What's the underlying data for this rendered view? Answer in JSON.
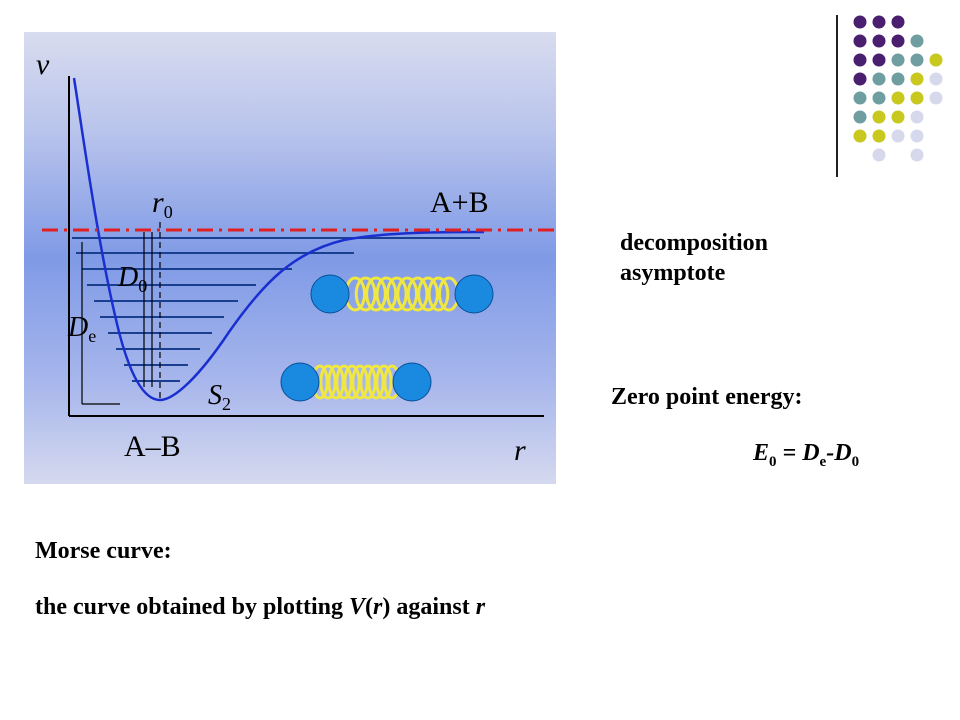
{
  "diagram": {
    "axis_y_label": "v",
    "axis_x_label": "r",
    "r0_label": "r",
    "r0_sub": "0",
    "asymptote_label": "A+B",
    "bond_label": "A–B",
    "d0_label": "D",
    "d0_sub": "0",
    "de_label": "D",
    "de_sub": "e",
    "state_label": "S",
    "state_sub": "2",
    "colors": {
      "curve": "#1a2fd0",
      "levels": "#1a3f8f",
      "asymptote_line": "#e02020",
      "atom": "#1a8ae0",
      "spring": "#f0e840"
    }
  },
  "text": {
    "asymptote_caption": "decomposition asymptote",
    "zpe_title": "Zero point energy:",
    "formula": {
      "e": "E",
      "e_sub": "0",
      "eq": " = ",
      "de": "D",
      "de_sub": "e",
      "minus": "-",
      "d0": "D",
      "d0_sub": "0"
    },
    "morse_title": "Morse curve:",
    "morse_def": {
      "part1": "the curve obtained by plotting ",
      "v": "V",
      "paren_open": "(",
      "r": "r",
      "paren_close": ")",
      "part2": " against ",
      "r2": "r"
    }
  },
  "decor": {
    "dot_colors": [
      "#4b1f6f",
      "#6e9ea0",
      "#c8c81e",
      "#d6d8ec"
    ]
  }
}
